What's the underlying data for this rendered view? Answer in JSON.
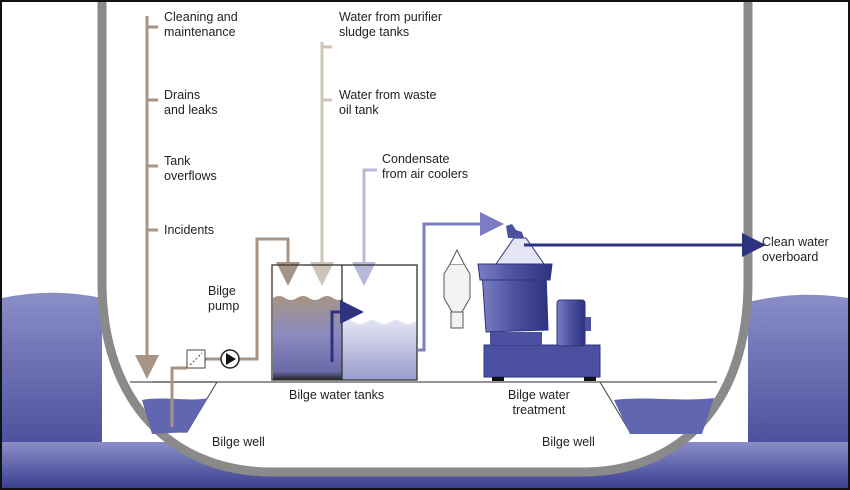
{
  "sources_left": [
    {
      "label": "Cleaning and\nmaintenance"
    },
    {
      "label": "Drains\nand leaks"
    },
    {
      "label": "Tank\noverflows"
    },
    {
      "label": "Incidents"
    }
  ],
  "sources_mid": [
    {
      "label": "Water from purifier\nsludge tanks"
    },
    {
      "label": "Water from waste\noil tank"
    }
  ],
  "condensate": "Condensate\nfrom air coolers",
  "bilge_pump": "Bilge\npump",
  "bilge_tanks": "Bilge water tanks",
  "treatment": "Bilge water\ntreatment",
  "overboard": "Clean water\noverboard",
  "bilge_well_left": "Bilge well",
  "bilge_well_right": "Bilge well",
  "colors": {
    "sea": "#5a5fa8",
    "hull": "#8a8a8a",
    "drain_line": "#a89484",
    "sludge_line": "#cfc4ba",
    "condensate_line": "#b9b9dc",
    "treated_line": "#2e3380",
    "machine": "#4b50a0"
  }
}
